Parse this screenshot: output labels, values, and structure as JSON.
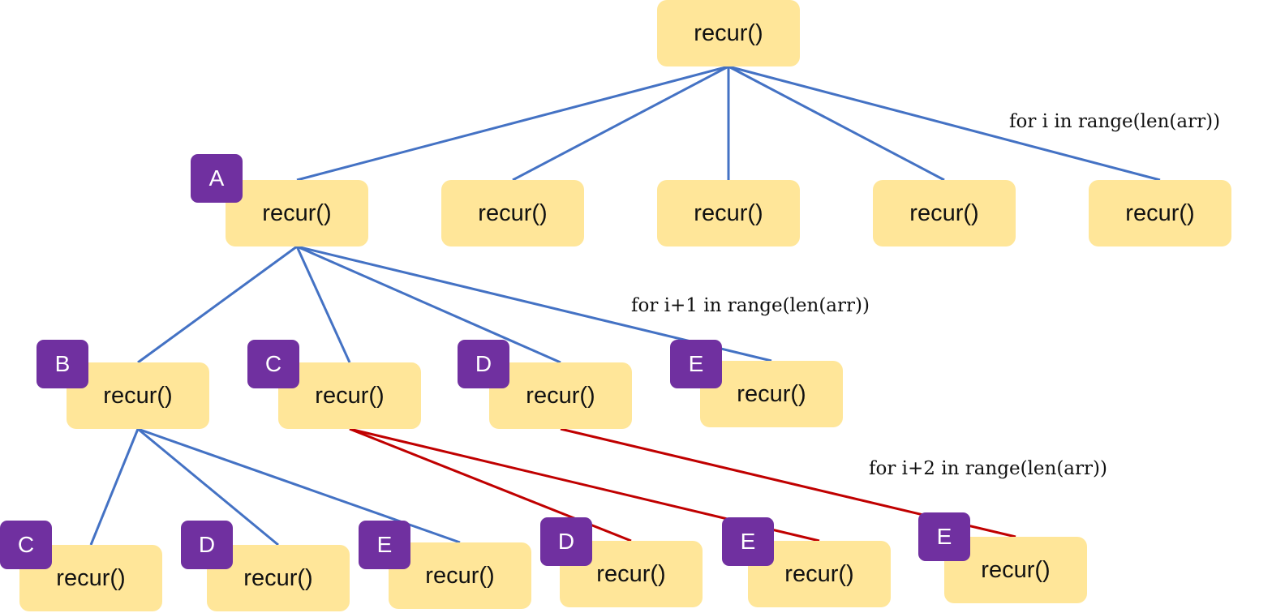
{
  "colors": {
    "node_fill": "#FFE699",
    "tag_fill": "#7030A0",
    "edge_blue": "#4472C4",
    "edge_red": "#C00000"
  },
  "nodes": {
    "root": {
      "label": "recur()"
    },
    "level1": [
      {
        "label": "recur()",
        "tag": "A"
      },
      {
        "label": "recur()"
      },
      {
        "label": "recur()"
      },
      {
        "label": "recur()"
      },
      {
        "label": "recur()"
      }
    ],
    "level2": [
      {
        "label": "recur()",
        "tag": "B"
      },
      {
        "label": "recur()",
        "tag": "C"
      },
      {
        "label": "recur()",
        "tag": "D"
      },
      {
        "label": "recur()",
        "tag": "E"
      }
    ],
    "level3": [
      {
        "label": "recur()",
        "tag": "C"
      },
      {
        "label": "recur()",
        "tag": "D"
      },
      {
        "label": "recur()",
        "tag": "E"
      },
      {
        "label": "recur()",
        "tag": "D"
      },
      {
        "label": "recur()",
        "tag": "E"
      },
      {
        "label": "recur()",
        "tag": "E"
      }
    ]
  },
  "loop_labels": {
    "level1": "for i in range(len(arr))",
    "level2": "for i+1 in range(len(arr))",
    "level3": "for i+2 in range(len(arr))"
  },
  "edges": [
    {
      "from": "root",
      "to": "level1.0",
      "color": "blue"
    },
    {
      "from": "root",
      "to": "level1.1",
      "color": "blue"
    },
    {
      "from": "root",
      "to": "level1.2",
      "color": "blue"
    },
    {
      "from": "root",
      "to": "level1.3",
      "color": "blue"
    },
    {
      "from": "root",
      "to": "level1.4",
      "color": "blue"
    },
    {
      "from": "level1.0",
      "to": "level2.0",
      "color": "blue"
    },
    {
      "from": "level1.0",
      "to": "level2.1",
      "color": "blue"
    },
    {
      "from": "level1.0",
      "to": "level2.2",
      "color": "blue"
    },
    {
      "from": "level1.0",
      "to": "level2.3",
      "color": "blue"
    },
    {
      "from": "level2.0",
      "to": "level3.0",
      "color": "blue"
    },
    {
      "from": "level2.0",
      "to": "level3.1",
      "color": "blue"
    },
    {
      "from": "level2.0",
      "to": "level3.2",
      "color": "blue"
    },
    {
      "from": "level2.1",
      "to": "level3.3",
      "color": "red"
    },
    {
      "from": "level2.1",
      "to": "level3.4",
      "color": "red"
    },
    {
      "from": "level2.2",
      "to": "level3.5",
      "color": "red"
    }
  ]
}
